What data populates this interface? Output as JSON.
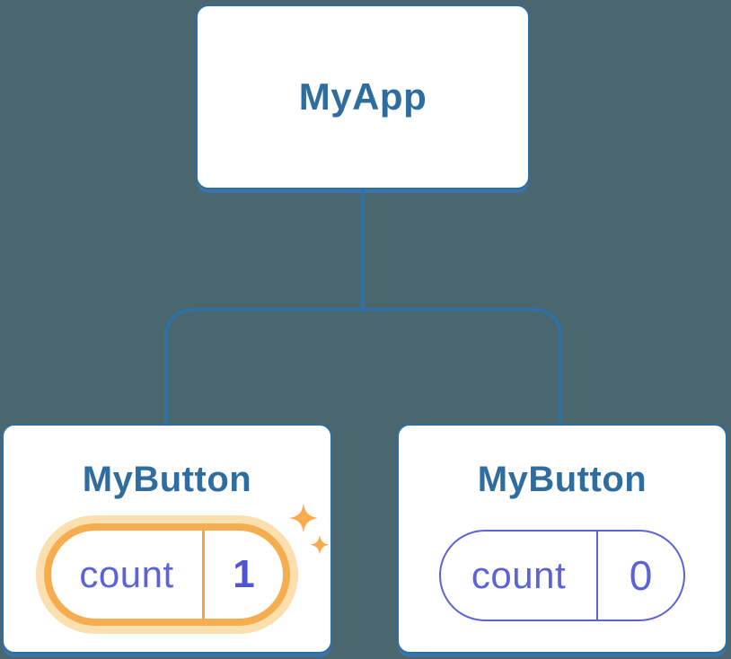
{
  "tree": {
    "root": {
      "label": "MyApp"
    },
    "children": [
      {
        "label": "MyButton",
        "state": {
          "key": "count",
          "value": "1"
        },
        "highlighted": true
      },
      {
        "label": "MyButton",
        "state": {
          "key": "count",
          "value": "0"
        },
        "highlighted": false
      }
    ]
  },
  "colors": {
    "background": "#4a676f",
    "node_fill": "#ffffff",
    "node_border": "#2f6f9f",
    "node_bottom_shadow": "#3b74a9",
    "connector_line": "#2e71a2",
    "title_text": "#2e6d9e",
    "state_text": "#5a63d8",
    "state_value_highlighted": "#4f55d2",
    "highlight_border": "#f5ad4f",
    "highlight_halo": "#fbdfae",
    "highlight_divider": "#efa845",
    "sparkle": "#f6ab4d"
  },
  "icons": {
    "sparkle": "four-pointed-star"
  }
}
